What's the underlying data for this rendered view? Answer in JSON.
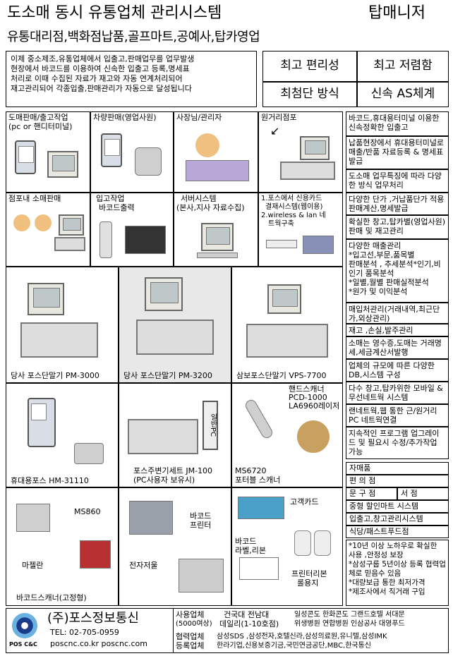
{
  "header": {
    "title": "도소매 동시 유통업체 관리시스템",
    "brand": "탑매니저",
    "subtitle": "유통대리점,백화점납품,골프마트,공예사,탑카영업"
  },
  "intro": [
    "이제 중소제조,유통업체에서 입출고,판매업무를 업무발생",
    "현장에서 바코드를 이용하여 신속한 입출고 등록,명세표",
    "처리로 이때 수집된 자료가 재고와 자동 연계처리되어",
    "재고관리되어 각종입출,판매관리가 자동으로 달성됩니다"
  ],
  "features": [
    "최고 편리성",
    "최고 저렴함",
    "최첨단 방식",
    "신속 AS체계"
  ],
  "cells": {
    "c1": [
      "도매판매/출고작업",
      "(pc or 핸디터미널)"
    ],
    "c2": [
      "차량판매(영업사원)"
    ],
    "c3": [
      "사장님/관리자"
    ],
    "c4": [
      "원거리점포"
    ],
    "c5": [
      "점포내 소매판매"
    ],
    "c6": [
      "입고작업",
      "바코드출력"
    ],
    "c7": [
      "서버시스템",
      "(본사,지사 자료수집)"
    ],
    "c8": [
      "1.포스에서 신용카드",
      "결재시스템(웹이용)",
      "2.wireless & lan 네",
      "트웍구축"
    ]
  },
  "products": {
    "p1": "당사 포스단말기 PM-3000",
    "p2": "당사 포스단말기 PM-3200",
    "p3": "삼보포스단말기 VPS-7700",
    "p4": "휴대용포스 HM-31110",
    "p5a": "포스주변기세트 JM-100",
    "p5b": "(PC사용자 보유시)",
    "p5tag": "일반PC",
    "p6a": "핸드스캐너",
    "p6b": "PCD-1000",
    "p6c": "LA6960레이저",
    "p6d": "MS6720",
    "p6e": "포터블 스캐너",
    "p7a": "MS860",
    "p7b": "마젤란",
    "p7c": "바코드스캐너(고정형)",
    "p8a": "바코드",
    "p8b": "프린터",
    "p8c": "전자저울",
    "p9a": "고객카드",
    "p9b": "바코드",
    "p9c": "라벨,리본",
    "p9d": "프린터리본",
    "p9e": "롤용지"
  },
  "side": [
    "바코드,휴대용터미널 이용한 신속정확한 입출고",
    "납품현장에서 휴대용터미널로 매출/반품 자료등록 & 명세표 발급",
    "도소매 업무특징에 따라 다양한 방식 업무처리",
    "다양한 단가 ,거납품단가 적용 판매계산,명세발급",
    "확실한 창고,탑카별(영업사원) 판매 및 재고관리",
    "다양한 매출관리\n*입고선,부문,품목별\n 판매분석 , 추세분석*인기,비인기 품목분석\n*일별,월별 판매실적분석\n*원가 및 이익분석",
    "매입처관리(거래내역,최근단가,외상관리)",
    "재고 ,손실,발주관리",
    "소매는 영수증,도매는 거래명세,세금계산서발행",
    "업체의 규모에 따른 다양한DB,시스템 구성",
    "다수 창고,탑카위한 모바일 & 무선네트웍 시스템",
    "랜네트웍,웹 통한 근/원거리 PC 네트웍연결",
    "지속적인 프로그램 업그레이드 및 필요시 수정/추가작업 가능"
  ],
  "table": {
    "head": "자매품",
    "r1": "편 의 점",
    "r2a": "문 구 점",
    "r2b": "서  점",
    "r3": "중형 할인마트 시스템",
    "r4": "입출고,창고관리시스템",
    "r5": "식당/패스트푸드점"
  },
  "notes": [
    "*10년 이상 노하우로 확실한 사용 ,안정성 보장",
    "*삼성구룹 5년이상 등록 협력업체로 믿음수 있음",
    "*대량보급 통한 최저가격",
    "*제조사에서 직거래 구입"
  ],
  "footer": {
    "company": "(주)포스정보통신",
    "logo_text": "POS C&C",
    "tel": "TEL: 02-705-0959",
    "web": "poscnc.co.kr  poscnc.com",
    "l1a": "사용업체",
    "l1b": "(5000여상)",
    "l1c": "건국대 전남대",
    "l1d": "데일리(1-10호점)",
    "l1e": "일성콘도 한화콘도 그랜드호텔 서대문",
    "l1f": "위생병원 연합병원 인삼공사  대영푸드",
    "l2a": "협력업체",
    "l2b": "등록업체",
    "l2c": "삼성SDS ,삼성전자,호텔신라,삼성의료원,유니텔,삼성IMK",
    "l2d": "한라기업,신용보증기금,국민연금공단,MBC,한국통신"
  }
}
